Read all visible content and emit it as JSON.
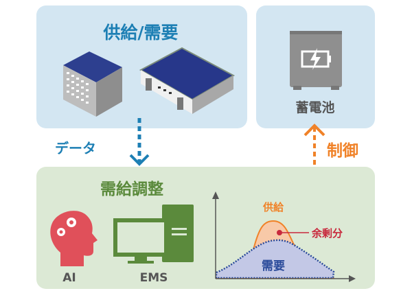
{
  "supply_demand_box": {
    "title": "供給/需要"
  },
  "battery_box": {
    "label": "蓄電池"
  },
  "arrows": {
    "data_label": "データ",
    "control_label": "制御"
  },
  "adjust_box": {
    "title": "需給調整",
    "ai_label": "AI",
    "ems_label": "EMS",
    "chart": {
      "supply_label": "供給",
      "surplus_label": "余剰分",
      "demand_label": "需要"
    }
  },
  "colors": {
    "blue_box": "#d3e6f2",
    "green_box": "#dce9d5",
    "blue_text": "#1d7fb4",
    "green_text": "#5b8a3c",
    "orange": "#f08228",
    "red": "#c8283c",
    "navy": "#2a4a9a"
  }
}
